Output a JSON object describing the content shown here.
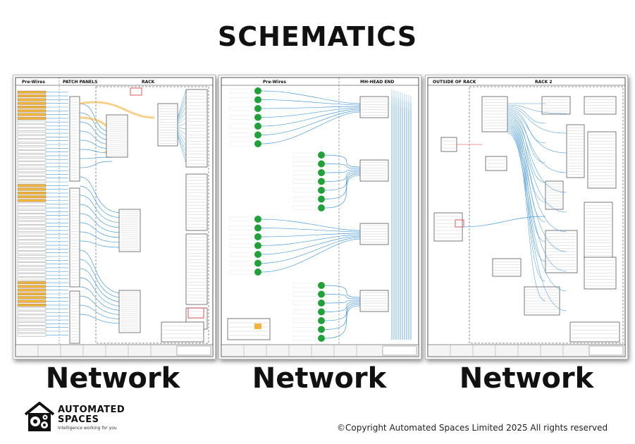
{
  "heading": "SCHEMATICS",
  "sheets": [
    {
      "sections": [
        "Pre-Wires",
        "PATCH PANELS",
        "RACK"
      ],
      "caption": "Network",
      "colors": {
        "wire": "#4f9bd6",
        "highlight": "#f2b33d",
        "accent": "#d33"
      }
    },
    {
      "sections": [
        "Pre-Wires",
        "MH-HEAD END"
      ],
      "caption": "Network",
      "colors": {
        "wire": "#4f9bd6",
        "node": "#22a03a",
        "accent": "#f2b33d"
      }
    },
    {
      "sections": [
        "OUTSIDE OF RACK",
        "RACK 2"
      ],
      "caption": "Network",
      "colors": {
        "wire": "#4f9bd6",
        "accent": "#d33"
      }
    }
  ],
  "logo": {
    "line1": "AUTOMATED",
    "line2": "SPACES",
    "tagline": "Intelligence working for you",
    "icon": "house-gears-icon"
  },
  "copyright": "©Copyright Automated Spaces Limited 2025 All rights reserved"
}
